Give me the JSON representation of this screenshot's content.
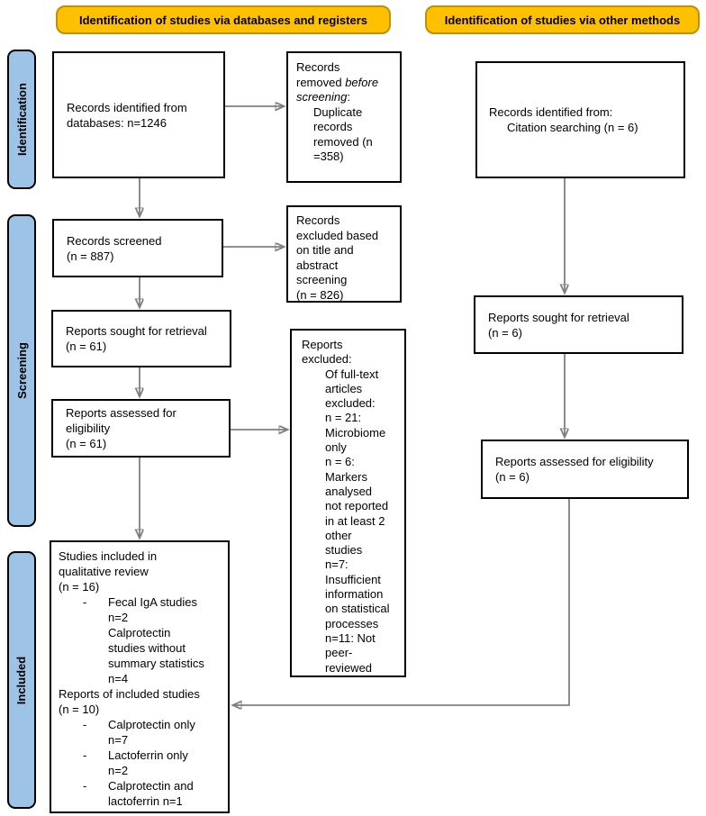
{
  "diagram": {
    "title": "PRISMA flow diagram",
    "headers": [
      {
        "label": "Identification of studies via databases and registers"
      },
      {
        "label": "Identification of studies via other methods"
      }
    ],
    "stages": [
      {
        "label": "Identification"
      },
      {
        "label": "Screening"
      },
      {
        "label": "Included"
      }
    ],
    "colors": {
      "header_bg": "#FFC000",
      "header_border": "#BF9000",
      "stage_bg": "#9DC3E6",
      "box_bg": "#FFFFFF",
      "box_border": "#000000",
      "arrow_shaft": "#7F7F7F",
      "arrow_head": "#000000"
    },
    "boxes": {
      "records_db": {
        "lines": [
          {
            "t": "Records identified from"
          },
          {
            "t": "databases: n=1246"
          }
        ]
      },
      "dup_removed": {
        "lines": [
          {
            "t": "Records"
          },
          {
            "parts": [
              {
                "t": "removed "
              },
              {
                "t": "before",
                "i": true
              }
            ]
          },
          {
            "parts": [
              {
                "t": "screening",
                "i": true
              },
              {
                "t": ":"
              }
            ]
          },
          {
            "t": "Duplicate",
            "ind": 1
          },
          {
            "t": "records",
            "ind": 1
          },
          {
            "t": "removed (n",
            "ind": 1
          },
          {
            "t": "=358)",
            "ind": 1
          }
        ]
      },
      "records_screened": {
        "lines": [
          {
            "t": "Records screened"
          },
          {
            "t": "(n = 887)"
          }
        ]
      },
      "records_excluded": {
        "lines": [
          {
            "t": "Records"
          },
          {
            "t": "excluded based"
          },
          {
            "t": "on title and"
          },
          {
            "t": "abstract"
          },
          {
            "t": "screening"
          },
          {
            "t": "(n = 826)"
          }
        ]
      },
      "reports_sought_db": {
        "lines": [
          {
            "t": "Reports sought for retrieval"
          },
          {
            "t": "(n = 61)"
          }
        ]
      },
      "reports_assessed_db": {
        "lines": [
          {
            "t": "Reports assessed for"
          },
          {
            "t": "eligibility"
          },
          {
            "t": "(n = 61)"
          }
        ]
      },
      "reports_excluded": {
        "lines": [
          {
            "t": "Reports"
          },
          {
            "t": "excluded:"
          },
          {
            "t": "Of full-text",
            "ind": 1
          },
          {
            "t": "articles",
            "ind": 1
          },
          {
            "t": "excluded:",
            "ind": 1
          },
          {
            "t": "n = 21:",
            "ind": 1
          },
          {
            "t": "Microbiome",
            "ind": 1
          },
          {
            "t": "only",
            "ind": 1
          },
          {
            "t": "n = 6:",
            "ind": 1
          },
          {
            "t": "Markers",
            "ind": 1
          },
          {
            "t": "analysed",
            "ind": 1
          },
          {
            "t": "not reported",
            "ind": 1
          },
          {
            "t": "in at least 2",
            "ind": 1
          },
          {
            "t": "other",
            "ind": 1
          },
          {
            "t": "studies",
            "ind": 1
          },
          {
            "t": "n=7:",
            "ind": 1
          },
          {
            "t": "Insufficient",
            "ind": 1
          },
          {
            "t": "information",
            "ind": 1
          },
          {
            "t": "on statistical",
            "ind": 1
          },
          {
            "t": "processes",
            "ind": 1
          },
          {
            "t": "n=11: Not",
            "ind": 1
          },
          {
            "t": "peer-",
            "ind": 1
          },
          {
            "t": "reviewed",
            "ind": 1
          }
        ]
      },
      "included_studies": {
        "lines": [
          {
            "t": "Studies included in"
          },
          {
            "t": "qualitative review"
          },
          {
            "t": "(n = 16)"
          },
          {
            "t": "Fecal IgA studies",
            "ind": 2,
            "b": true
          },
          {
            "t": "n=2",
            "ind": 2
          },
          {
            "t": "Calprotectin",
            "ind": 2
          },
          {
            "t": "studies without",
            "ind": 2
          },
          {
            "t": "summary statistics",
            "ind": 2
          },
          {
            "t": "n=4",
            "ind": 2
          },
          {
            "t": "Reports of included studies"
          },
          {
            "t": "(n = 10)"
          },
          {
            "t": "Calprotectin only",
            "ind": 2,
            "b": true
          },
          {
            "t": "n=7",
            "ind": 2
          },
          {
            "t": "Lactoferrin only",
            "ind": 2,
            "b": true
          },
          {
            "t": "n=2",
            "ind": 2
          },
          {
            "t": "Calprotectin and",
            "ind": 2,
            "b": true
          },
          {
            "t": "lactoferrin n=1",
            "ind": 2
          }
        ]
      },
      "records_citation": {
        "lines": [
          {
            "t": "Records identified from:"
          },
          {
            "t": "Citation searching (n = 6)",
            "ind": 1
          }
        ]
      },
      "reports_sought_other": {
        "lines": [
          {
            "t": "Reports sought for retrieval"
          },
          {
            "t": "(n = 6)"
          }
        ]
      },
      "reports_assessed_other": {
        "lines": [
          {
            "t": "Reports assessed for eligibility"
          },
          {
            "t": "(n = 6)"
          }
        ]
      }
    }
  }
}
